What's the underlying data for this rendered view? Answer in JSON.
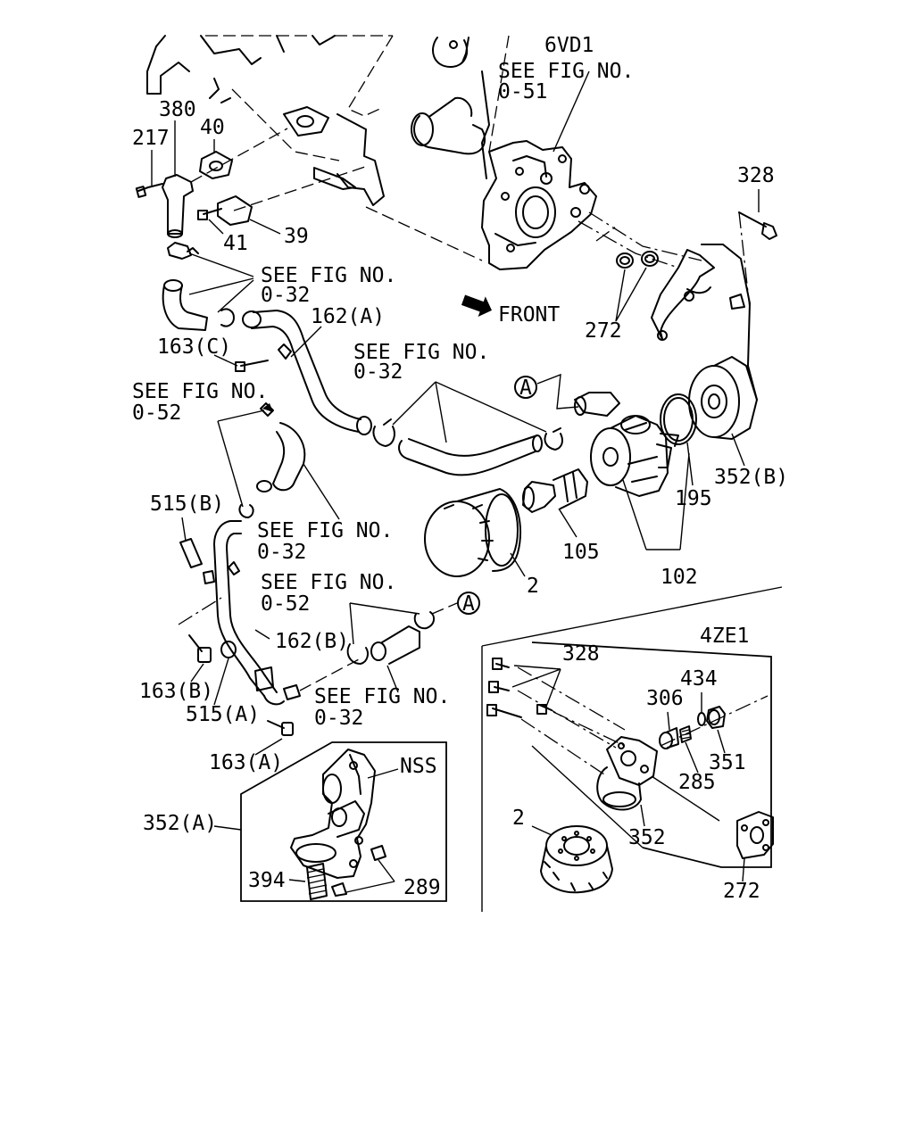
{
  "callouts": {
    "engine_6vd1": "6VD1",
    "see_fig_0_51": "SEE FIG NO.",
    "fig_0_51": "0-51",
    "p328_top": "328",
    "p380": "380",
    "p40": "40",
    "p217": "217",
    "p41": "41",
    "p39": "39",
    "see_fig_a": "SEE FIG NO.",
    "fig_0_32_a": "0-32",
    "front": "FRONT",
    "p162a": "162(A)",
    "p272_top": "272",
    "p163c": "163(C)",
    "see_fig_b": "SEE FIG NO.",
    "fig_0_32_b": "0-32",
    "see_fig_c": "SEE FIG NO.",
    "fig_0_52_a": "0-52",
    "ref_a_top": "A",
    "p352b": "352(B)",
    "p195": "195",
    "p515b": "515(B)",
    "see_fig_d": "SEE FIG NO.",
    "fig_0_32_c": "0-32",
    "p105": "105",
    "p102": "102",
    "p2_main": "2",
    "see_fig_e": "SEE FIG NO.",
    "fig_0_52_b": "0-52",
    "ref_a_bottom": "A",
    "p162b": "162(B)",
    "p163b": "163(B)",
    "p515a": "515(A)",
    "see_fig_f": "SEE FIG NO.",
    "fig_0_32_d": "0-32",
    "p163a": "163(A)",
    "engine_4ze1": "4ZE1",
    "p328_4ze1": "328",
    "p434": "434",
    "p306": "306",
    "p351": "351",
    "p285": "285",
    "p352": "352",
    "p2_4ze1": "2",
    "p272_4ze1": "272",
    "nss": "NSS",
    "p352a": "352(A)",
    "p394": "394",
    "p289": "289"
  }
}
